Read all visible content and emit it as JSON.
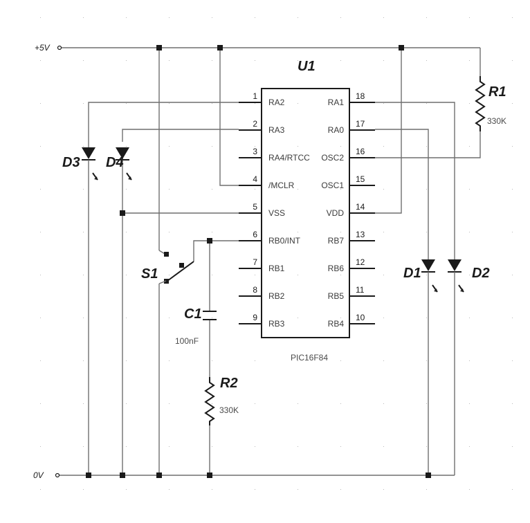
{
  "rails": {
    "vcc_label": "+5V",
    "gnd_label": "0V"
  },
  "ic": {
    "ref": "U1",
    "part": "PIC16F84",
    "left_pins": [
      {
        "num": "1",
        "name": "RA2"
      },
      {
        "num": "2",
        "name": "RA3"
      },
      {
        "num": "3",
        "name": "RA4/RTCC"
      },
      {
        "num": "4",
        "name": "/MCLR"
      },
      {
        "num": "5",
        "name": "VSS"
      },
      {
        "num": "6",
        "name": "RB0/INT"
      },
      {
        "num": "7",
        "name": "RB1"
      },
      {
        "num": "8",
        "name": "RB2"
      },
      {
        "num": "9",
        "name": "RB3"
      }
    ],
    "right_pins": [
      {
        "num": "18",
        "name": "RA1"
      },
      {
        "num": "17",
        "name": "RA0"
      },
      {
        "num": "16",
        "name": "OSC2"
      },
      {
        "num": "15",
        "name": "OSC1"
      },
      {
        "num": "14",
        "name": "VDD"
      },
      {
        "num": "13",
        "name": "RB7"
      },
      {
        "num": "12",
        "name": "RB6"
      },
      {
        "num": "11",
        "name": "RB5"
      },
      {
        "num": "10",
        "name": "RB4"
      }
    ]
  },
  "components": {
    "r1": {
      "ref": "R1",
      "value": "330K"
    },
    "r2": {
      "ref": "R2",
      "value": "330K"
    },
    "c1": {
      "ref": "C1",
      "value": "100nF"
    },
    "s1": {
      "ref": "S1"
    },
    "d1": {
      "ref": "D1"
    },
    "d2": {
      "ref": "D2"
    },
    "d3": {
      "ref": "D3"
    },
    "d4": {
      "ref": "D4"
    }
  }
}
